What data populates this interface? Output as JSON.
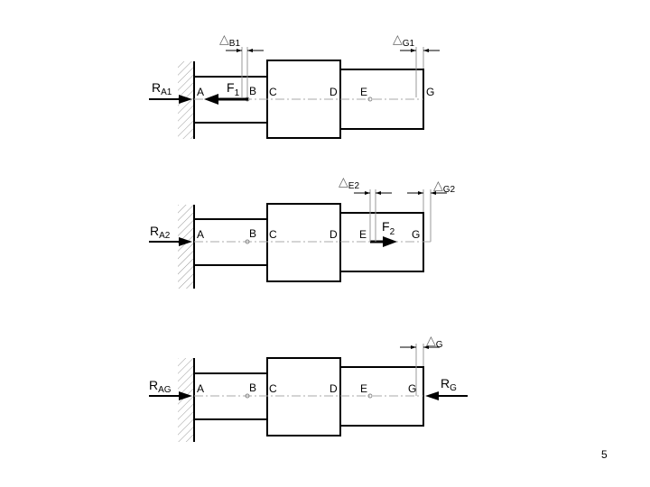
{
  "diagrams": [
    {
      "points": [
        "A",
        "B",
        "C",
        "D",
        "E",
        "G"
      ],
      "reaction": {
        "main": "R",
        "sub": "A1"
      },
      "force": {
        "main": "F",
        "sub": "1"
      },
      "deltas": [
        {
          "main": "△",
          "sub": "B1"
        },
        {
          "main": "△",
          "sub": "G1"
        }
      ]
    },
    {
      "points": [
        "A",
        "B",
        "C",
        "D",
        "E",
        "G"
      ],
      "reaction": {
        "main": "R",
        "sub": "A2"
      },
      "force": {
        "main": "F",
        "sub": "2"
      },
      "deltas": [
        {
          "main": "△",
          "sub": "E2"
        },
        {
          "main": "△",
          "sub": "G2"
        }
      ]
    },
    {
      "points": [
        "A",
        "B",
        "C",
        "D",
        "E",
        "G"
      ],
      "reaction": {
        "main": "R",
        "sub": "AG"
      },
      "reaction_right": {
        "main": "R",
        "sub": "G"
      },
      "deltas": [
        {
          "main": "△",
          "sub": "G"
        }
      ]
    }
  ],
  "page_number": "5"
}
